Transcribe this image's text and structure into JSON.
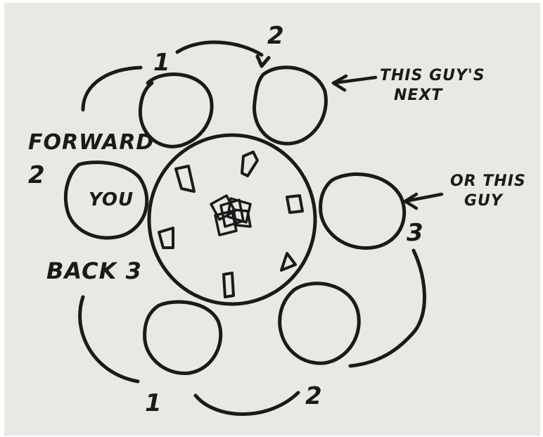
{
  "colors": {
    "paper": "#e9e8e3",
    "ink": "#1a1a1a"
  },
  "labels": {
    "you": "YOU",
    "forward": "FORWARD",
    "forward_count": "2",
    "back": "BACK 3",
    "this_guys_next_line1": "THIS GUY'S",
    "this_guys_next_line2": "NEXT",
    "or_this_guy_line1": "OR THIS",
    "or_this_guy_line2": "GUY",
    "top_step_1": "1",
    "top_step_2": "2",
    "right_step_3": "3",
    "bottom_step_1": "1",
    "bottom_step_2": "2"
  }
}
